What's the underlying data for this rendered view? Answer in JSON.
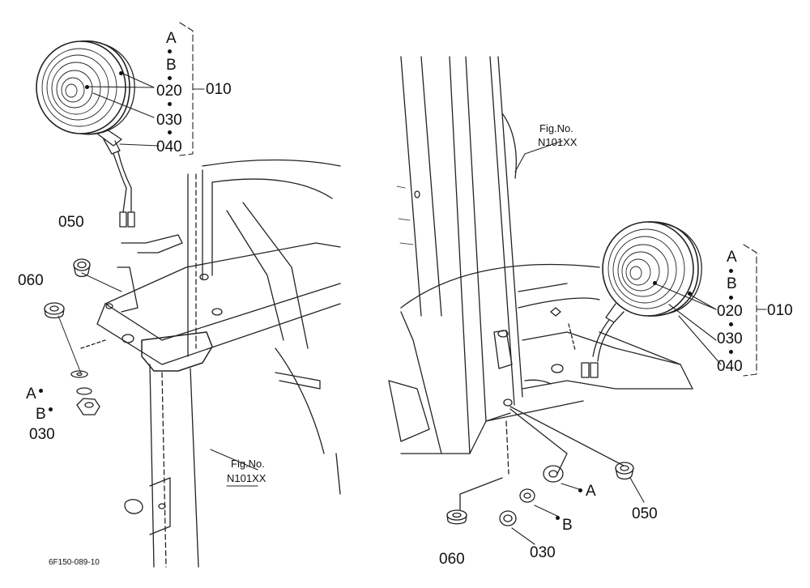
{
  "fig_ref": "Fig.No.\nN101XX",
  "fig_no_label": "Fig.No.",
  "fig_no_value": "N101XX",
  "drawing_id": "6F150-089-10",
  "left": {
    "labels": {
      "A": "A",
      "B": "B",
      "p010": "010",
      "p020": "020",
      "p030": "030",
      "p040": "040",
      "p050": "050",
      "p060": "060",
      "A2": "A",
      "B2": "B",
      "p030b": "030"
    }
  },
  "right": {
    "labels": {
      "A": "A",
      "B": "B",
      "p010": "010",
      "p020": "020",
      "p030": "030",
      "p040": "040",
      "p050": "050",
      "p060": "060",
      "A2": "A",
      "B2": "B",
      "p030b": "030"
    }
  }
}
